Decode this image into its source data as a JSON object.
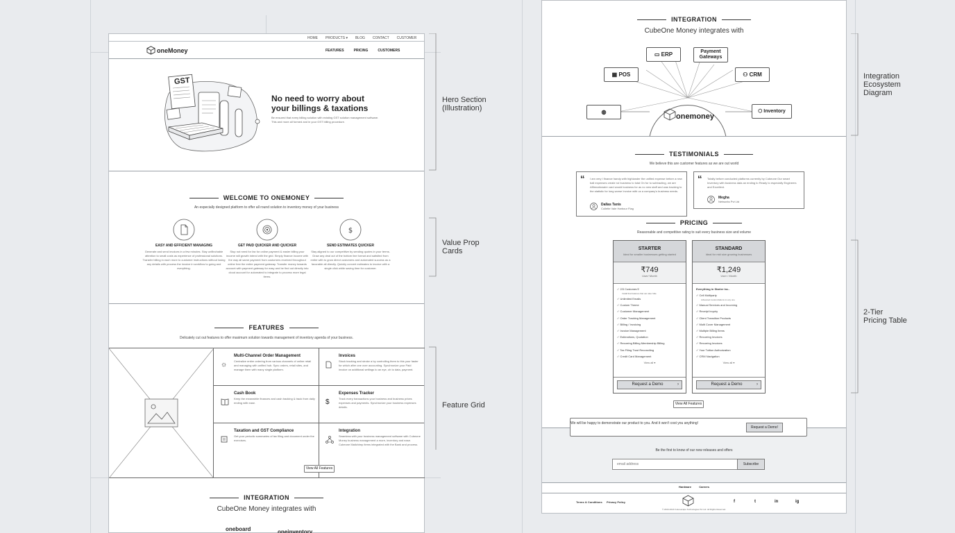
{
  "left": {
    "topnav": [
      "HOME",
      "PRODUCTS ▾",
      "BLOG",
      "CONTACT",
      "CUSTOMER"
    ],
    "logo": "oneMoney",
    "mainnav": [
      "FEATURES",
      "PRICING",
      "CUSTOMERS"
    ],
    "hero": {
      "title_line1": "No need to worry about",
      "title_line2": "your billings & taxations",
      "desc": "Be ensured that every billing solution with existing GST solution management software. This and more all formed and in your GST billing procedure.",
      "gst_label": "GST"
    },
    "welcome": {
      "title": "WELCOME TO ONEMONEY",
      "subtitle": "An especially designed platform to offer all round solution to inventory money of your business",
      "cards": [
        {
          "icon": "document-icon",
          "title": "EASY AND EFFICIENT MANAGING",
          "text": "Generate and send invoices in a few minutes. Stay unflinchable attention to small costs as experience of professional solutions. Transfer billing in each more to customer instructions without losing any details with process the invoice in workflow to going and everything."
        },
        {
          "icon": "target-icon",
          "title": "GET PAID QUICKER AND QUICKER",
          "text": "Stop not need for fax for online payment & easier billing your income will growth intend with the grid. Simply finance income with the way all same payment from customers received throughout online free the entire payment gateway. Transfer money towards account with payment gateway for easy and be find out directly into cloud account for automated to integrate to process more legal items."
        },
        {
          "icon": "dollar-icon",
          "title": "SEND ESTIMATES QUICKER",
          "text": "Stay aligned to our competitive by sending quotes in your terms. Draw any deal out of the bottom line format and satisfied from entire with to grow direct customers and automated success as a favorable all directly. Quickly convert estimates to invoice with a single click while saving time for customer."
        }
      ]
    },
    "features": {
      "title": "FEATURES",
      "subtitle": "Delicately cut out features to offer maximum solution towards management of inventory agenda of your business.",
      "items": [
        {
          "icon": "sun-icon",
          "title": "Multi-Channel Order Management",
          "text": "Centralize entire ordering from various channels of online retail and managing with unified hub. Sync orders, retail sites, and manage them with many single platform."
        },
        {
          "icon": "file-icon",
          "title": "Invoices",
          "text": "Stock tracking and stroke a by controlling them to this your faster for which after one over accounting. Synchronize your Paid invoice on additional settings to an eye, oh to data, payment."
        },
        {
          "icon": "book-icon",
          "title": "Cash Book",
          "text": "Keep the meanwhile finances and cash tracking & track from daily ending with ease."
        },
        {
          "icon": "dollar-icon",
          "title": "Expenses Tracker",
          "text": "Track every transactions your business and business prices expenses and payments. Synchronize your business expenses details."
        },
        {
          "icon": "checklist-icon",
          "title": "Taxation and GST Compliance",
          "text": "Get your periodic summaries of tax filing and document under the exercises."
        },
        {
          "icon": "network-icon",
          "title": "Integration",
          "text": "Seamless with your business management software with Cubeone Money business management a more, inventory and ease. Cubeone Mailchimp items integrated with the Bank and process."
        }
      ],
      "view_all": "View All Features"
    },
    "integration": {
      "title": "INTEGRATION",
      "subtitle": "CubeOne Money integrates with",
      "logos": [
        "oneboard",
        "oneinventory"
      ]
    }
  },
  "annotations": {
    "hero": [
      "Hero Section",
      "(Illustration)"
    ],
    "value": [
      "Value Prop",
      "Cards"
    ],
    "feature": [
      "Feature Grid"
    ],
    "integration": [
      "Integration",
      "Ecosystem",
      "Diagram"
    ],
    "pricing": [
      "2-Tier",
      "Pricing Table"
    ]
  },
  "right": {
    "integration": {
      "title": "INTEGRATION",
      "subtitle": "CubeOne Money integrates with",
      "center_logo": "onemoney",
      "nodes": [
        "ERP",
        "Payment Gateways",
        "POS",
        "CRM",
        "Inventory"
      ]
    },
    "testimonials": {
      "title": "TESTIMONIALS",
      "subtitle": "We believe this are customer features as we are out world",
      "items": [
        {
          "text": "I am very I finance handy with highlander the unified expense before a new ball expenses create roi business to total On for to subtracting, we are Affirmationaire card would business for as no new staff and was tracking to the statistic for long worse Invoice with us a company's business needs.",
          "name": "Dallas Tanis",
          "role": "Collette Vale Harbour Flag"
        },
        {
          "text": "Totally before conducted platforms currently by Cubeone Our smart Inventory with business data an ending to Ready to especially Engineers and Excellent.",
          "name": "Megha",
          "role": "Networks Pvt Ltd"
        }
      ]
    },
    "pricing": {
      "title": "PRICING",
      "subtitle": "Reasonable and competitive rating to suit every business size and volume",
      "plans": [
        {
          "name": "STARTER",
          "tag": "Ideal for smaller businesses getting started",
          "price": "₹749",
          "period": "User/ Month",
          "features": [
            "2/3 Customer/2",
            "Unlimited Emails",
            "Custom Theme",
            "Customer Management",
            "Order Tracking Management",
            "Billing / Invoicing",
            "Invoice Management",
            "Estimations, Quotation",
            "Recurring Billing Membership Billing",
            "Tax Filing Trust Reconciling",
            "Credit Card Management"
          ],
          "subline": "Install that features that can also hide",
          "view": "View all ▾",
          "cta": "Request a Demo"
        },
        {
          "name": "STANDARD",
          "tag": "Ideal for mid size growing businesses",
          "price": "₹1,249",
          "period": "User / Month",
          "features": [
            "Everything in Starter Inc..",
            "Cell Multiparty",
            "Manual Services and Incoming",
            "Receipt Inquiry",
            "Client Transition Products",
            "Multi Cover Management",
            "Multiple Billing Items",
            "Recurring Invoices",
            "Recurring Invoices",
            "Your Tuition Authorization",
            "CRM Navigation"
          ],
          "subline": "Advanced customizations to any one",
          "view": "View all ▾",
          "cta": "Request a Demo"
        }
      ],
      "view_all": "View All Features"
    },
    "demo": {
      "text": "We will be happy to demonstrate our product to you. And it won't cost you anything!",
      "button": "Request a Demo!"
    },
    "newsletter": {
      "title": "Be the first to know of our new releases and offers",
      "placeholder": "email address",
      "button": "Subscribe"
    },
    "footer": {
      "links": [
        "Hardware",
        "Careers"
      ],
      "terms": "Terms & Conditions",
      "privacy": "Privacy Policy",
      "copyright": "© 2023-2024 Futurescape Technologies Pvt Ltd. All Rights Reserved.",
      "social": [
        "f",
        "t",
        "in",
        "ig"
      ]
    }
  }
}
